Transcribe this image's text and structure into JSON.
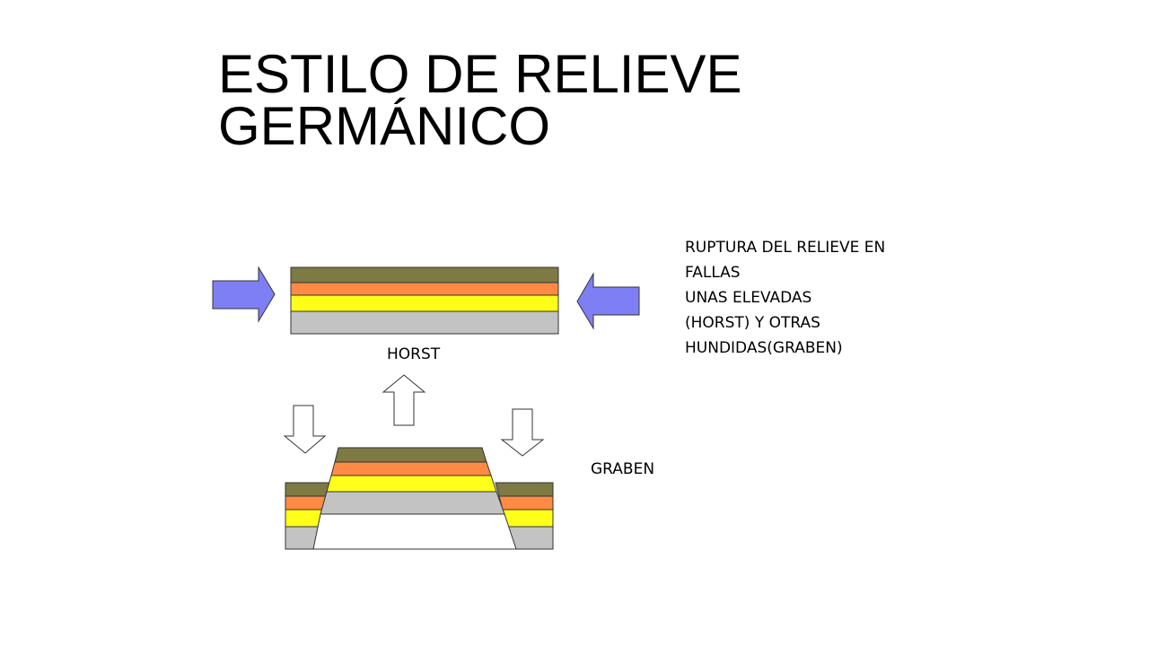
{
  "title": {
    "line1": "ESTILO DE RELIEVE",
    "line2": "GERMÁNICO"
  },
  "labels": {
    "horst": "HORST",
    "graben": "GRABEN"
  },
  "description": {
    "lines": [
      "RUPTURA DEL RELIEVE EN",
      "FALLAS",
      "UNAS ELEVADAS",
      "(HORST) Y OTRAS",
      "HUNDIDAS(GRABEN)"
    ]
  },
  "colors": {
    "layer_top": "#7e7a44",
    "layer_orange": "#ff8a44",
    "layer_yellow": "#ffff19",
    "layer_gray": "#c3c3c3",
    "compression_arrow": "#7f7ff5",
    "outline": "#333333"
  },
  "icons": {
    "compression_left": "arrow-right-icon",
    "compression_right": "arrow-left-icon",
    "uplift": "arrow-up-icon",
    "subsidence": "arrow-down-icon"
  }
}
